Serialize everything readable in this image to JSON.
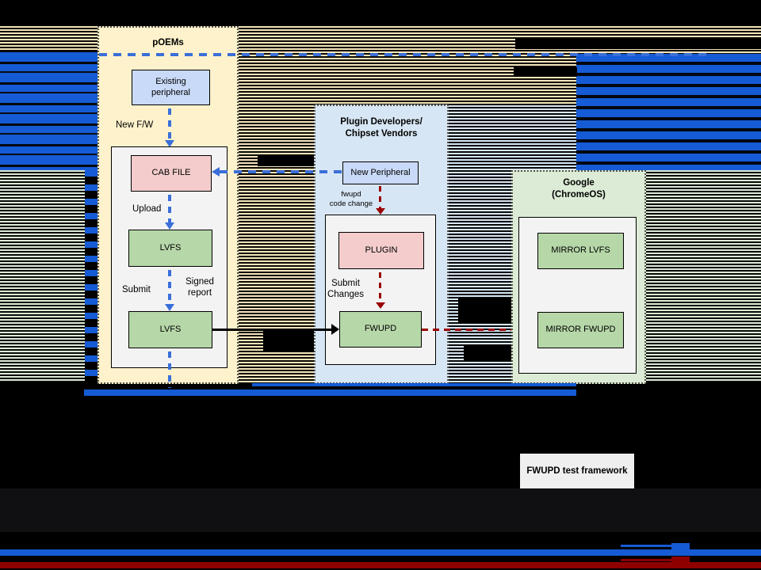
{
  "panels": {
    "poems": {
      "title": "pOEMs",
      "boxes": {
        "existing_peripheral": "Existing\nperipheral",
        "cab_file": "CAB FILE",
        "lvfs_upload": "LVFS",
        "lvfs_submit": "LVFS"
      },
      "labels": {
        "new_fw": "New F/W",
        "upload": "Upload",
        "submit": "Submit",
        "signed_report": "Signed\nreport"
      }
    },
    "plugin_developers": {
      "title": "Plugin Developers/\nChipset Vendors",
      "boxes": {
        "new_peripheral": "New Peripheral",
        "plugin": "PLUGIN",
        "fwupd": "FWUPD"
      },
      "labels": {
        "fwupd_code_change": "fwupd\ncode change",
        "submit_changes": "Submit\nChanges"
      }
    },
    "google": {
      "title": "Google\n(ChromeOS)",
      "boxes": {
        "mirror_lvfs": "MIRROR LVFS",
        "mirror_fwupd": "MIRROR FWUPD"
      }
    },
    "test_framework": {
      "label": "FWUPD test framework"
    }
  },
  "colors": {
    "panel_yellow": "#fdf2cc",
    "panel_blue": "#d7e6f4",
    "panel_green": "#dcebd5",
    "box_blue": "#c9daf8",
    "box_pink": "#f4cccc",
    "box_green": "#b6d7a8",
    "box_gray": "#f3f3f3",
    "framework_gray": "#efefef",
    "arrow_blue": "#3a6fd8",
    "arrow_red": "#990000",
    "glitch_blue": "#155bd5",
    "glitch_tan": "#f3e4bb",
    "glitch_red_bar": "#8e0000"
  }
}
